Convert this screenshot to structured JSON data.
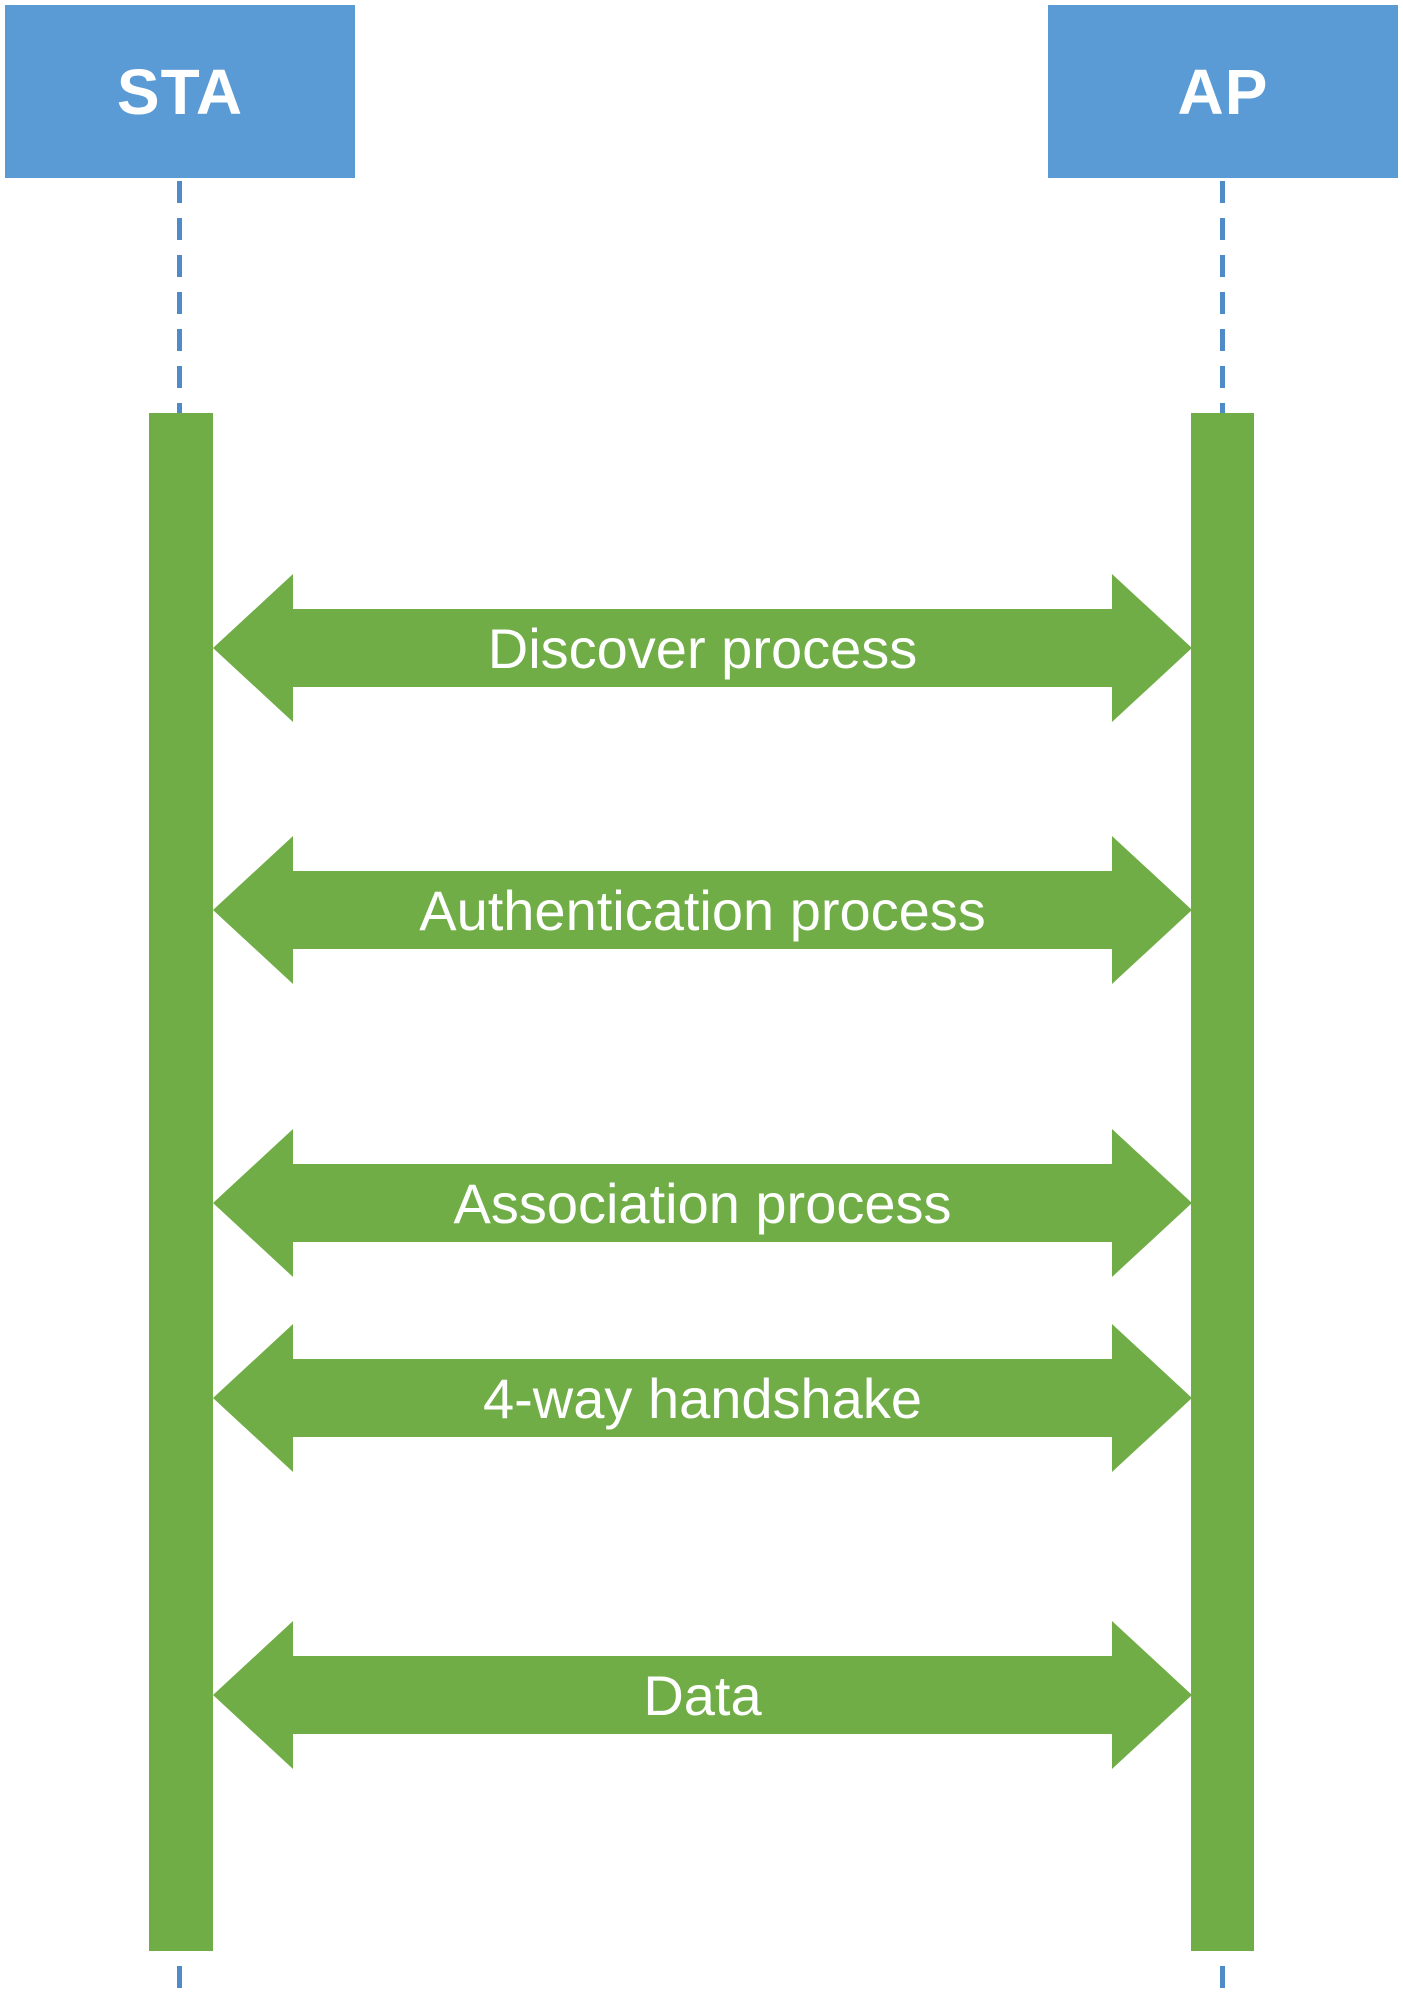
{
  "diagram": {
    "type": "sequence-diagram",
    "actors": [
      {
        "id": "sta",
        "label": "STA"
      },
      {
        "id": "ap",
        "label": "AP"
      }
    ],
    "arrows": [
      {
        "label": "Discover process",
        "direction": "bidirectional",
        "from": "STA",
        "to": "AP"
      },
      {
        "label": "Authentication process",
        "direction": "bidirectional",
        "from": "STA",
        "to": "AP"
      },
      {
        "label": "Association process",
        "direction": "bidirectional",
        "from": "STA",
        "to": "AP"
      },
      {
        "label": "4-way handshake",
        "direction": "bidirectional",
        "from": "STA",
        "to": "AP"
      },
      {
        "label": "Data",
        "direction": "bidirectional",
        "from": "STA",
        "to": "AP"
      }
    ],
    "colors": {
      "actor_fill": "#5B9BD5",
      "arrow_fill": "#70AD47",
      "activation_fill": "#70AD47",
      "lifeline": "#4E8BC8",
      "label_text": "#FFFFFF",
      "background": "#FFFFFF"
    }
  }
}
